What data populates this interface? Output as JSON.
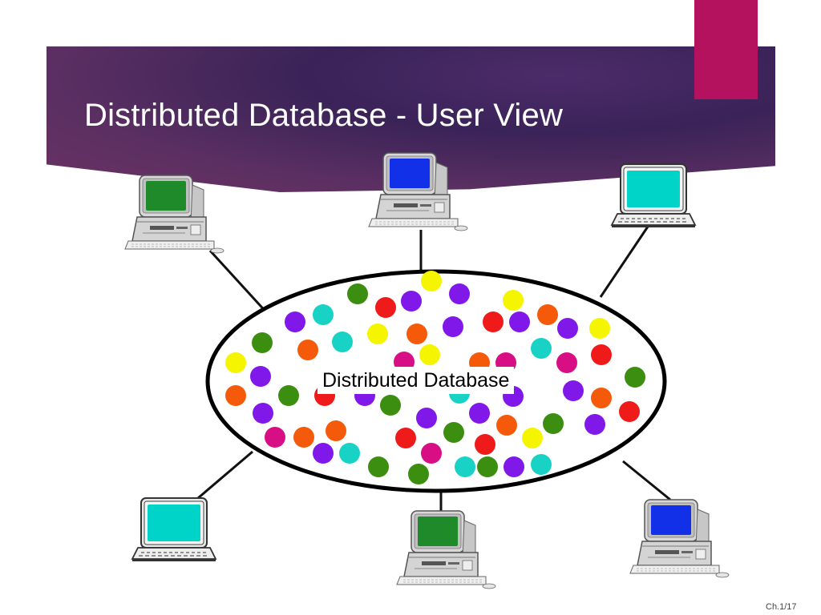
{
  "slide": {
    "title": "Distributed Database - User View",
    "diagram_label": "Distributed Database",
    "slide_number": "Ch.1/17"
  },
  "colors": {
    "title_band": "#3a2358",
    "accent": "#b4125e",
    "screen_green": "#1f8a2a",
    "screen_blue": "#1230e8",
    "screen_teal": "#00d4c8",
    "dot_yellow": "#f5f500",
    "dot_green": "#3c8e10",
    "dot_orange": "#f45a0a",
    "dot_purple": "#7f18e8",
    "dot_teal": "#18d2c6",
    "dot_red": "#ef1a1a",
    "dot_magenta": "#d80f84"
  },
  "nodes": [
    {
      "id": "computer-top-left",
      "kind": "desktop",
      "screen": "green"
    },
    {
      "id": "computer-top-center",
      "kind": "desktop",
      "screen": "blue"
    },
    {
      "id": "computer-top-right",
      "kind": "terminal",
      "screen": "teal"
    },
    {
      "id": "computer-bottom-left",
      "kind": "terminal",
      "screen": "teal"
    },
    {
      "id": "computer-bottom-center",
      "kind": "desktop",
      "screen": "green"
    },
    {
      "id": "computer-bottom-right",
      "kind": "desktop",
      "screen": "blue"
    }
  ],
  "data_dots": [
    "yellow",
    "green",
    "red",
    "purple",
    "yellow",
    "purple",
    "yellow",
    "orange",
    "purple",
    "teal",
    "orange",
    "teal",
    "yellow",
    "orange",
    "purple",
    "red",
    "purple",
    "orange",
    "purple",
    "yellow",
    "yellow",
    "green",
    "teal",
    "red",
    "magenta",
    "yellow",
    "orange",
    "magenta",
    "teal",
    "magenta",
    "red",
    "purple",
    "green",
    "teal",
    "purple",
    "green",
    "purple",
    "red",
    "green",
    "orange",
    "green",
    "red",
    "purple",
    "green",
    "teal",
    "purple",
    "purple",
    "orange",
    "red",
    "purple",
    "green",
    "purple",
    "purple",
    "green",
    "orange",
    "green",
    "purple",
    "magenta",
    "orange",
    "orange",
    "red",
    "green",
    "red",
    "yellow",
    "purple",
    "purple",
    "teal",
    "magenta",
    "teal",
    "purple",
    "teal",
    "green",
    "green"
  ]
}
